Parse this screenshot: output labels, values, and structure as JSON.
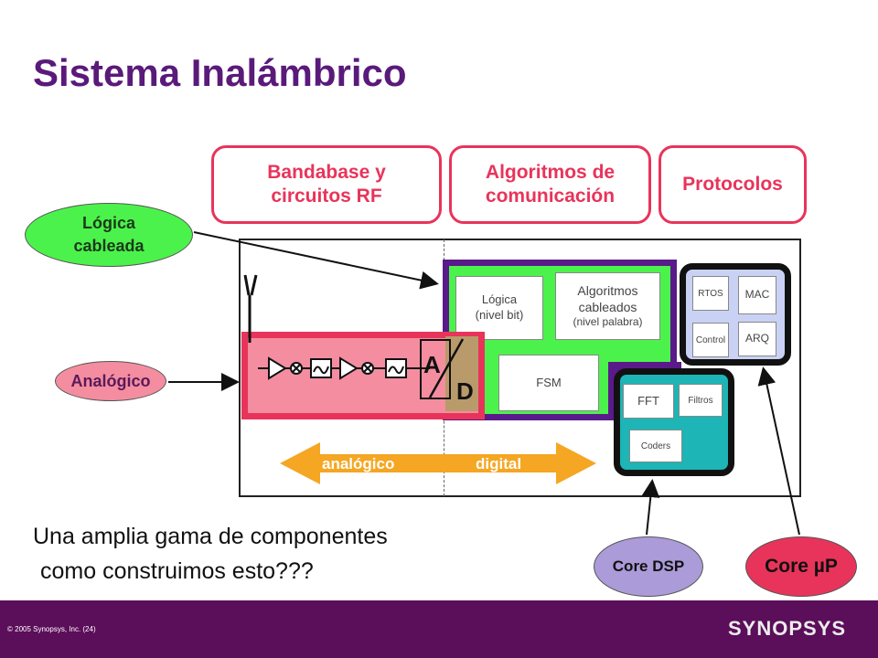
{
  "title": "Sistema Inalámbrico",
  "categories": {
    "baseband": "Bandabase y circuitos RF",
    "algorithms": "Algoritmos de comunicación",
    "protocols": "Protocolos"
  },
  "callouts": {
    "logic": "Lógica cableada",
    "analog": "Analógico",
    "dsp": "Core DSP",
    "up": "Core µP"
  },
  "blocks": {
    "logica": "Lógica (nivel bit)",
    "algoritmos": "Algoritmos cableados",
    "nivel_palabra": "(nivel palabra)",
    "fsm": "FSM",
    "rtos": "RTOS",
    "mac": "MAC",
    "control": "Control",
    "arq": "ARQ",
    "fft": "FFT",
    "filtros": "Filtros",
    "coders": "Coders",
    "adc_a": "A",
    "adc_d": "D"
  },
  "arrow": {
    "left": "analógico",
    "right": "digital"
  },
  "body": {
    "line1": "Una amplia gama de componentes",
    "line2": "como construimos esto???"
  },
  "footer": {
    "copyright": "© 2005 Synopsys, Inc. (24)",
    "logo": "SYNOPSYS"
  },
  "colors": {
    "title": "#5a1a7a",
    "category_border": "#e8345a",
    "green": "#4cf24c",
    "purple": "#5a1a8a",
    "teal": "#1db5b5",
    "red": "#e8345a",
    "footer": "#5b0e59",
    "arrow": "#f5a623"
  }
}
